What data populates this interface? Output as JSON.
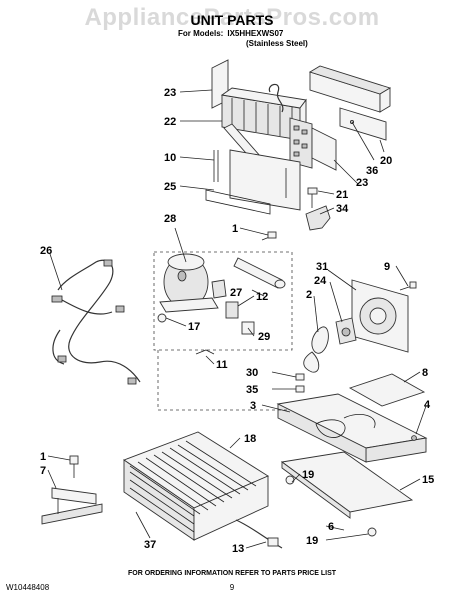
{
  "watermark": "AppliancePartsPros.com",
  "header": {
    "title": "UNIT PARTS",
    "models_label": "For Models:",
    "models_value": "IX5HHEXWS07",
    "finish": "(Stainless Steel)"
  },
  "callouts": {
    "c1": "1",
    "c2": "2",
    "c3": "3",
    "c4": "4",
    "c6": "6",
    "c7": "7",
    "c8": "8",
    "c9": "9",
    "c10": "10",
    "c11": "11",
    "c12": "12",
    "c13": "13",
    "c15": "15",
    "c17": "17",
    "c18": "18",
    "c19a": "19",
    "c19b": "19",
    "c20": "20",
    "c21": "21",
    "c22": "22",
    "c23a": "23",
    "c23b": "23",
    "c24": "24",
    "c25": "25",
    "c26": "26",
    "c27": "27",
    "c28": "28",
    "c29": "29",
    "c30": "30",
    "c31": "31",
    "c34": "34",
    "c35": "35",
    "c36": "36",
    "c37": "37",
    "c1b": "1"
  },
  "footer": {
    "doc_number": "W10448408",
    "note": "FOR ORDERING INFORMATION REFER TO PARTS PRICE LIST",
    "page": "9"
  }
}
